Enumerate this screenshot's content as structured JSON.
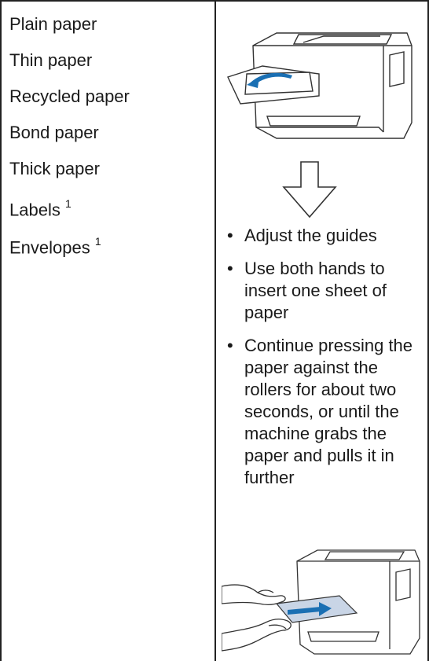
{
  "paper_types": [
    {
      "label": "Plain paper",
      "note": ""
    },
    {
      "label": "Thin paper",
      "note": ""
    },
    {
      "label": "Recycled paper",
      "note": ""
    },
    {
      "label": "Bond paper",
      "note": ""
    },
    {
      "label": "Thick paper",
      "note": ""
    },
    {
      "label": "Labels",
      "note": "1"
    },
    {
      "label": "Envelopes",
      "note": "1"
    }
  ],
  "instructions": [
    "Adjust the guides",
    "Use both hands to insert one sheet of paper",
    "Continue pressing the paper against the rollers for about two seconds, or until the machine grabs the paper and pulls it in further"
  ],
  "bullet_glyph": "•",
  "colors": {
    "accent_blue": "#1a6fb3",
    "line": "#222222"
  }
}
